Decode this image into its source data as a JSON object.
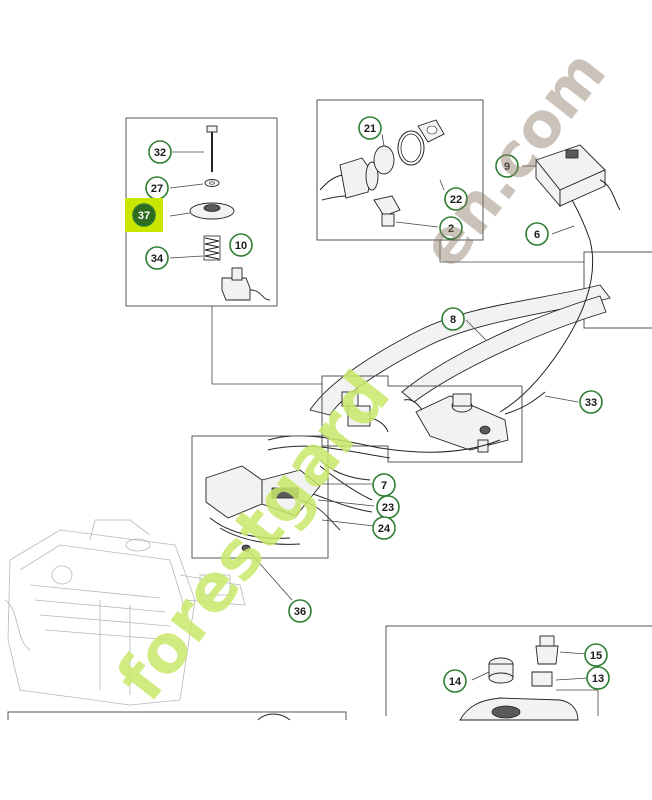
{
  "diagram": {
    "callouts": [
      "32",
      "27",
      "37",
      "34",
      "10",
      "21",
      "22",
      "2",
      "9",
      "6",
      "8",
      "33",
      "7",
      "23",
      "24",
      "36",
      "15",
      "13",
      "14"
    ],
    "highlight_color": "#c8e600",
    "callout_border_color": "#2e7d32",
    "highlighted_callout": "37"
  },
  "watermark": {
    "text": "forestgarden.com",
    "colors": [
      "#c8e86a",
      "#8c7a66"
    ]
  }
}
